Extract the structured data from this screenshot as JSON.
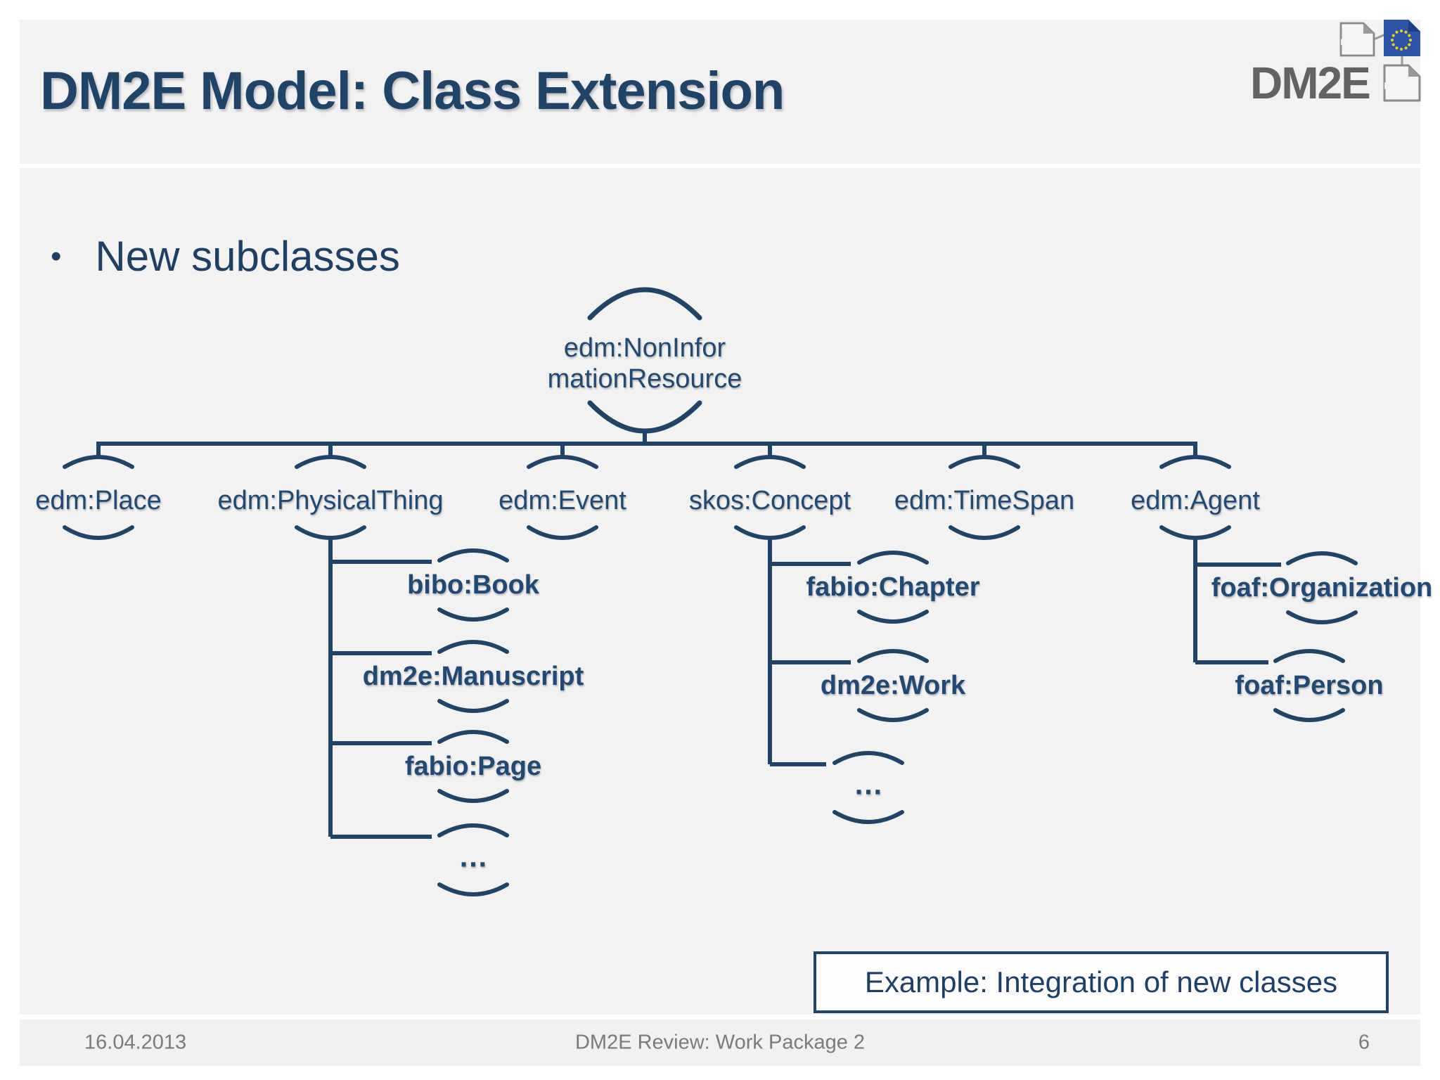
{
  "slide": {
    "title": "DM2E Model: Class Extension",
    "bullet": {
      "marker": "•",
      "text": "New subclasses"
    },
    "callout": "Example: Integration of new classes"
  },
  "logo": {
    "wordmark": "DM2E"
  },
  "diagram": {
    "root": {
      "line1": "edm:NonInfor",
      "line2": "mationResource"
    },
    "level1": [
      "edm:Place",
      "edm:PhysicalThing",
      "edm:Event",
      "skos:Concept",
      "edm:TimeSpan",
      "edm:Agent"
    ],
    "physical_thing_children": [
      "bibo:Book",
      "dm2e:Manuscript",
      "fabio:Page",
      "…"
    ],
    "concept_children": [
      "fabio:Chapter",
      "dm2e:Work",
      "…"
    ],
    "agent_children": [
      "foaf:Organization",
      "foaf:Person"
    ]
  },
  "footer": {
    "date": "16.04.2013",
    "label": "DM2E Review: Work Package 2",
    "page_number": "6"
  },
  "colors": {
    "navy_text": "#204974",
    "navy_stroke": "#1f4468",
    "title_navy": "#1f4467",
    "slide_bg": "#f2f2f2",
    "footer_text": "#7b7b7b",
    "logo_gray": "#636363",
    "eu_blue": "#2e55a5",
    "star_yellow": "#f5d019",
    "page_gray": "#f4f4f4",
    "page_fold_gray": "#9a9a9a"
  }
}
